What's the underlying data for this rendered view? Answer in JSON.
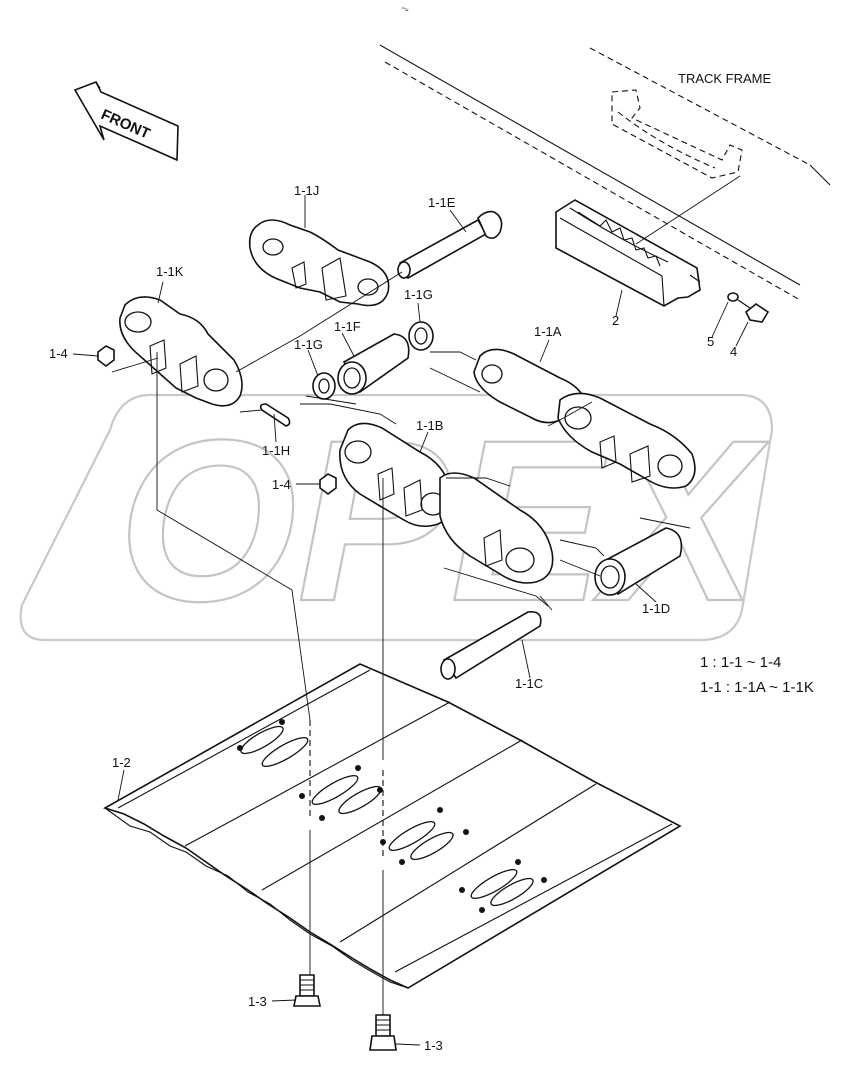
{
  "watermark": {
    "text": "OPEX"
  },
  "header_mark": "°≈",
  "front_label": "FRONT",
  "track_frame_label": "TRACK FRAME",
  "callouts": {
    "c_1_1J": "1-1J",
    "c_1_1E": "1-1E",
    "c_1_1K": "1-1K",
    "c_1_1G_top": "1-1G",
    "c_1_1F": "1-1F",
    "c_1_1G_left": "1-1G",
    "c_1_4_top": "1-4",
    "c_1_1A": "1-1A",
    "c_1_1H": "1-1H",
    "c_1_1B": "1-1B",
    "c_1_4_mid": "1-4",
    "c_1_1D": "1-1D",
    "c_1_1C": "1-1C",
    "c_1_2": "1-2",
    "c_1_3_left": "1-3",
    "c_1_3_bottom": "1-3",
    "c_2": "2",
    "c_5": "5",
    "c_4": "4"
  },
  "legend": {
    "line1": "1 : 1-1 ~ 1-4",
    "line2": "1-1 : 1-1A ~ 1-1K"
  }
}
